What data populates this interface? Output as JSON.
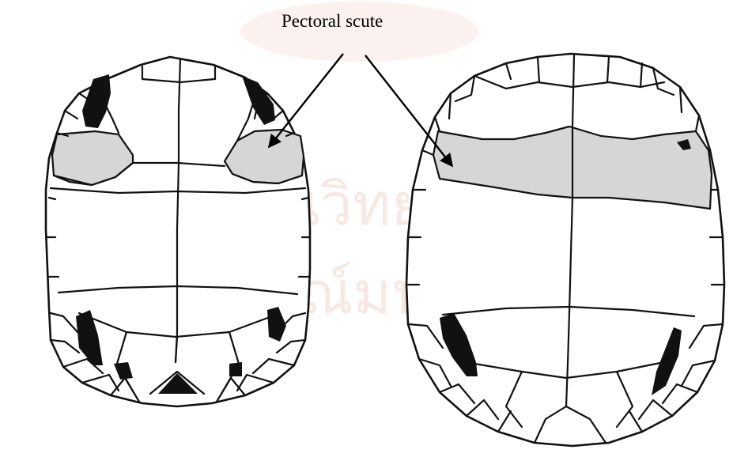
{
  "label": {
    "text": "Pectoral scute"
  },
  "colors": {
    "pectoral_fill": "#d6d6d6",
    "outline": "#111111",
    "scar": "#111111",
    "watermark": "#f6e9e4"
  },
  "watermark": {
    "line1": "สถาบันวิทยบริการ",
    "line2": "จุฬาลงกรณ์มหาวิทยาลัย"
  }
}
